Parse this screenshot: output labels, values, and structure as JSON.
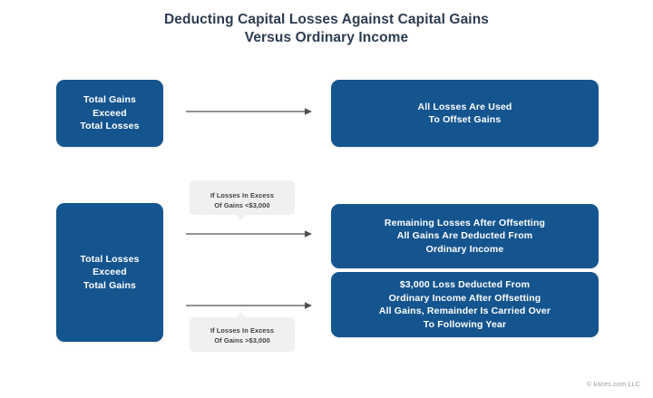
{
  "title": {
    "line1": "Deducting Capital Losses Against Capital Gains",
    "line2": "Versus Ordinary Income"
  },
  "colors": {
    "box_fill": "#15558f",
    "box_text": "#ffffff",
    "title_text": "#2d3c50",
    "callout_fill": "#f0f0f0",
    "callout_text": "#3f3f41",
    "arrow": "#6e6e72",
    "background": "#ffffff",
    "credit_text": "#9a9a9d"
  },
  "nodes": {
    "gains_exceed_losses": {
      "line1": "Total Gains",
      "line2": "Exceed",
      "line3": "Total Losses"
    },
    "all_losses_offset": {
      "line1": "All Losses Are Used",
      "line2": "To Offset Gains"
    },
    "losses_exceed_gains": {
      "line1": "Total Losses",
      "line2": "Exceed",
      "line3": "Total Gains"
    },
    "remaining_losses": {
      "line1": "Remaining Losses After Offsetting",
      "line2": "All Gains Are Deducted From",
      "line3": "Ordinary Income"
    },
    "loss_3000": {
      "line1": "$3,000 Loss Deducted From",
      "line2": "Ordinary Income After Offsetting",
      "line3": "All Gains, Remainder Is Carried Over",
      "line4": "To Following Year"
    }
  },
  "callouts": {
    "under_3000": {
      "line1": "If Losses In Excess",
      "line2": "Of Gains <$3,000"
    },
    "over_3000": {
      "line1": "If Losses In Excess",
      "line2": "Of Gains >$3,000"
    }
  },
  "credit": "© kitces.com LLC"
}
